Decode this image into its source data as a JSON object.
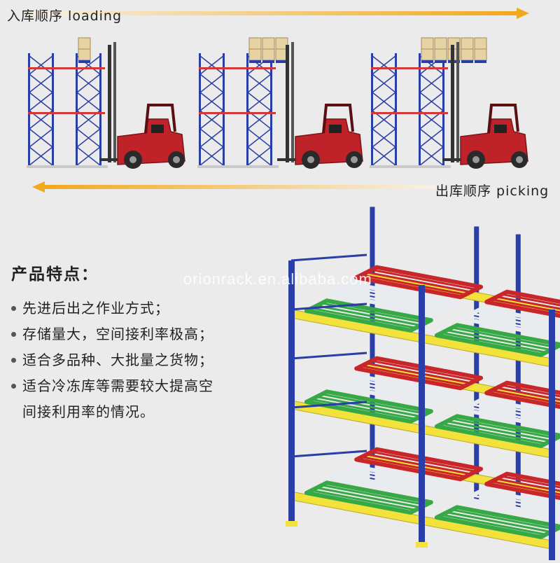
{
  "flow": {
    "loading_label": "入库顺序  loading",
    "picking_label": "出库顺序  picking",
    "arrow_color": "#f2a81d"
  },
  "scenes": [
    {
      "name": "rack-1-pallets",
      "pallet_count": 1
    },
    {
      "name": "rack-2-pallets",
      "pallet_count": 3
    },
    {
      "name": "rack-3-pallets",
      "pallet_count": 5
    }
  ],
  "features": {
    "heading": "产品特点：",
    "items": [
      "先进后出之作业方式；",
      "存储量大，空间接利率极高；",
      "适合多品种、大批量之货物；",
      "适合冷冻库等需要较大提高空",
      "间接利用率的情况。"
    ]
  },
  "watermark": "orionrack.en.alibaba.com",
  "colors": {
    "upright_blue": "#2a3ea8",
    "beam_yellow": "#f4e23c",
    "cart_red": "#c8262a",
    "cart_green": "#36a845",
    "cart_white": "#e8ecf0",
    "forklift_red": "#c0222a"
  }
}
